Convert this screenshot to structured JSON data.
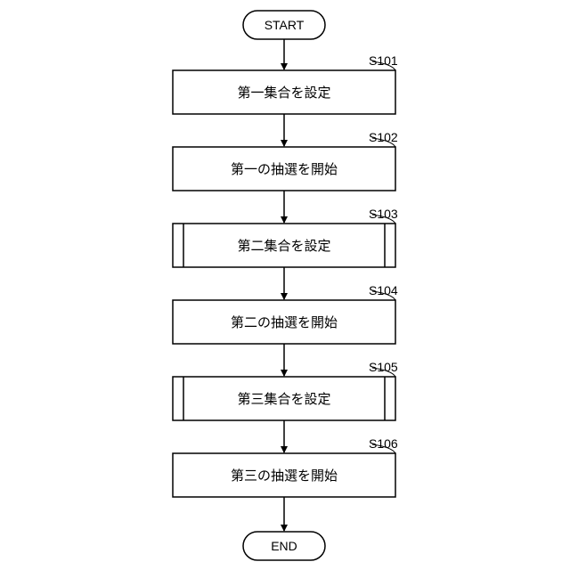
{
  "flowchart": {
    "start": {
      "label": "START"
    },
    "end": {
      "label": "END"
    },
    "steps": [
      {
        "id": "S101",
        "text": "第一集合を設定",
        "kind": "process"
      },
      {
        "id": "S102",
        "text": "第一の抽選を開始",
        "kind": "process"
      },
      {
        "id": "S103",
        "text": "第二集合を設定",
        "kind": "subprocess"
      },
      {
        "id": "S104",
        "text": "第二の抽選を開始",
        "kind": "process"
      },
      {
        "id": "S105",
        "text": "第三集合を設定",
        "kind": "subprocess"
      },
      {
        "id": "S106",
        "text": "第三の抽選を開始",
        "kind": "process"
      }
    ]
  }
}
